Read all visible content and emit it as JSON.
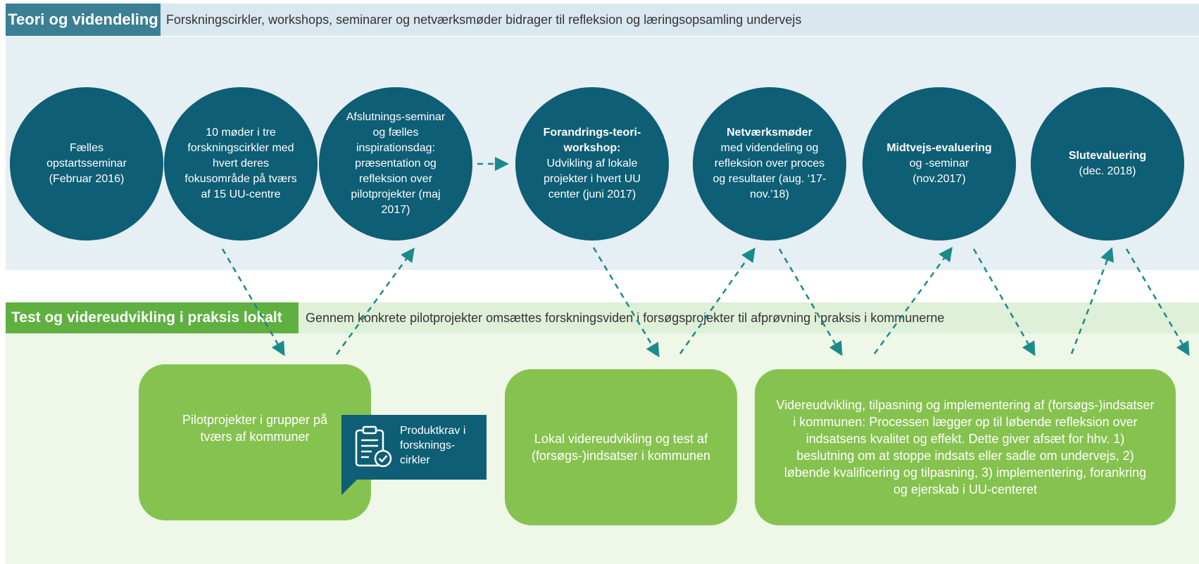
{
  "colors": {
    "dark_teal": "#0e5e75",
    "header_teal": "#3b7f94",
    "green_dark": "#5fb041",
    "green_box": "#86c24f",
    "arrow": "#1a8a8a"
  },
  "top": {
    "title": "Teori og videndeling",
    "subtitle": "Forskningscirkler, workshops, seminarer og netværksmøder bidrager til refleksion og læringsopsamling undervejs"
  },
  "circles": [
    {
      "bold": "",
      "text": "Fælles opstartsseminar (Februar 2016)"
    },
    {
      "bold": "",
      "text": "10 møder i tre forskningscirkler med hvert deres fokusområde på tværs af 15 UU-centre"
    },
    {
      "bold": "",
      "text": "Afslutnings-seminar og fælles inspirationsdag: præsentation og refleksion over pilotprojekter (maj 2017)"
    },
    {
      "bold": "Forandrings-teori-workshop:",
      "text": "Udvikling af lokale projekter i hvert UU center (juni 2017)"
    },
    {
      "bold": "Netværksmøder",
      "text": "med videndeling og refleksion over proces og resultater (aug. ‘17-nov.’18)"
    },
    {
      "bold": "Midtvejs-evaluering",
      "text": "og -seminar (nov.2017)"
    },
    {
      "bold": "Slutevaluering",
      "text": "(dec. 2018)"
    }
  ],
  "bottom": {
    "title": "Test og videreudvikling i praksis lokalt",
    "subtitle": "Gennem konkrete pilotprojekter omsættes forskningsviden i forsøgsprojekter til afprøvning i praksis i kommunerne"
  },
  "boxes": [
    {
      "text": "Pilotprojekter i grupper på tværs af kommuner"
    },
    {
      "text": "Lokal videreudvikling og test af (forsøgs-)indsatser i kommunen"
    },
    {
      "text": "Videreudvikling, tilpasning og implementering af (forsøgs-)indsatser i kommunen: Processen lægger op til løbende refleksion over indsatsens kvalitet og effekt. Dette giver afsæt for hhv. 1) beslutning om at stoppe indsats eller sadle om undervejs, 2) løbende kvalificering og tilpasning, 3) implementering, forankring og ejerskab i UU-centeret"
    }
  ],
  "callout": {
    "text": "Produktkrav i forsknings-cirkler",
    "icon": "clipboard-check-icon"
  }
}
